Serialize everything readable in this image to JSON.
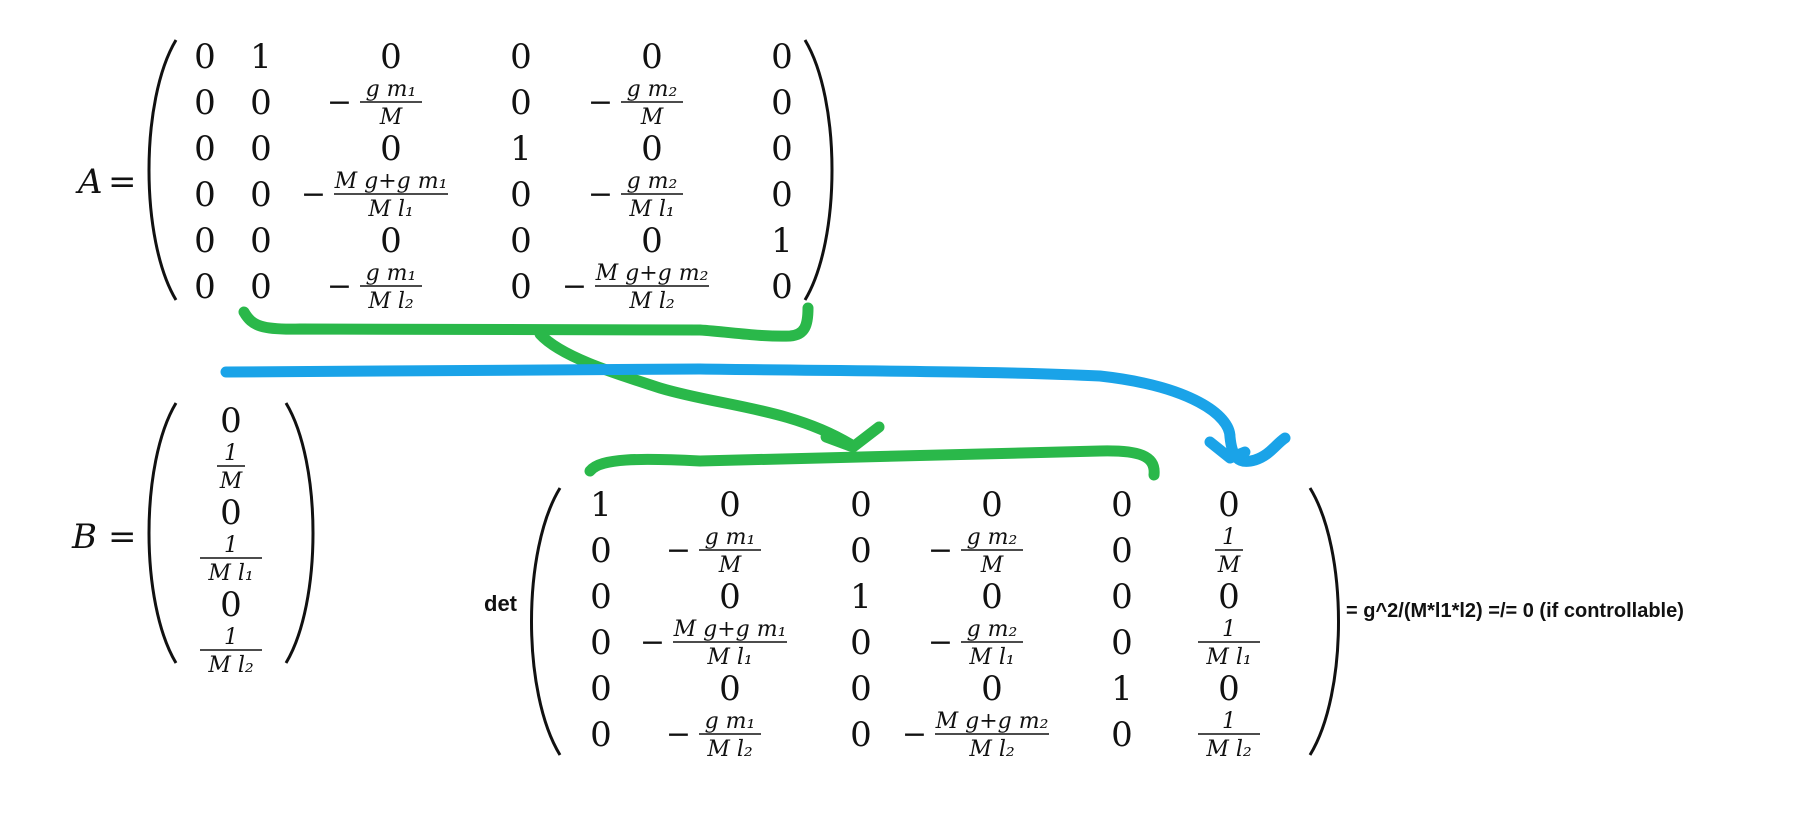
{
  "matrix_A": {
    "name": "A",
    "rows": [
      [
        "0",
        "1",
        "0",
        "0",
        "0",
        "0"
      ],
      [
        "0",
        "0",
        {
          "neg": true,
          "num": "g m₁",
          "den": "M"
        },
        "0",
        {
          "neg": true,
          "num": "g m₂",
          "den": "M"
        },
        "0"
      ],
      [
        "0",
        "0",
        "0",
        "1",
        "0",
        "0"
      ],
      [
        "0",
        "0",
        {
          "neg": true,
          "num": "M g+g m₁",
          "den": "M l₁"
        },
        "0",
        {
          "neg": true,
          "num": "g m₂",
          "den": "M l₁"
        },
        "0"
      ],
      [
        "0",
        "0",
        "0",
        "0",
        "0",
        "1"
      ],
      [
        "0",
        "0",
        {
          "neg": true,
          "num": "g m₁",
          "den": "M l₂"
        },
        "0",
        {
          "neg": true,
          "num": "M g+g m₂",
          "den": "M l₂"
        },
        "0"
      ]
    ]
  },
  "matrix_B": {
    "name": "B",
    "rows": [
      [
        "0"
      ],
      [
        {
          "neg": false,
          "num": "1",
          "den": "M"
        }
      ],
      [
        "0"
      ],
      [
        {
          "neg": false,
          "num": "1",
          "den": "M l₁"
        }
      ],
      [
        "0"
      ],
      [
        {
          "neg": false,
          "num": "1",
          "den": "M l₂"
        }
      ]
    ]
  },
  "det_matrix": {
    "label": "det",
    "rows": [
      [
        "1",
        "0",
        "0",
        "0",
        "0",
        "0"
      ],
      [
        "0",
        {
          "neg": true,
          "num": "g m₁",
          "den": "M"
        },
        "0",
        {
          "neg": true,
          "num": "g m₂",
          "den": "M"
        },
        "0",
        {
          "neg": false,
          "num": "1",
          "den": "M"
        }
      ],
      [
        "0",
        "0",
        "1",
        "0",
        "0",
        "0"
      ],
      [
        "0",
        {
          "neg": true,
          "num": "M g+g m₁",
          "den": "M l₁"
        },
        "0",
        {
          "neg": true,
          "num": "g m₂",
          "den": "M l₁"
        },
        "0",
        {
          "neg": false,
          "num": "1",
          "den": "M l₁"
        }
      ],
      [
        "0",
        "0",
        "0",
        "0",
        "1",
        "0"
      ],
      [
        "0",
        {
          "neg": true,
          "num": "g m₁",
          "den": "M l₂"
        },
        "0",
        {
          "neg": true,
          "num": "M g+g m₂",
          "den": "M l₂"
        },
        "0",
        {
          "neg": false,
          "num": "1",
          "den": "M l₂"
        }
      ]
    ]
  },
  "result_text": "= g^2/(M*l1*l2) =/= 0 (if controllable)",
  "annotation_colors": {
    "green": "#2ab84a",
    "blue": "#1aa3e8"
  }
}
